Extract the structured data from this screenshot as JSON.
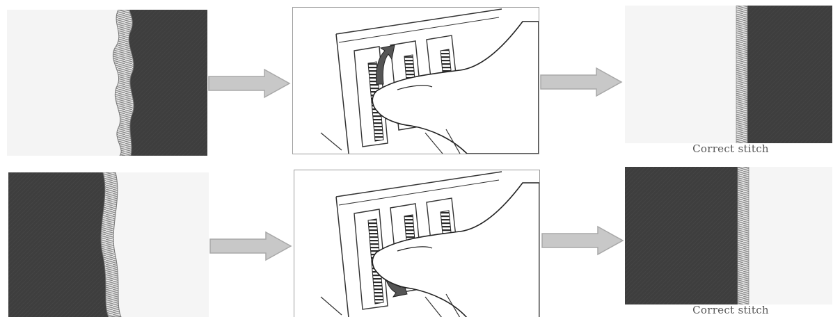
{
  "rows": [
    {
      "id": "tension-too-loose",
      "dial_direction": "up",
      "result_caption": "Correct stitch"
    },
    {
      "id": "tension-too-tight",
      "dial_direction": "down",
      "result_caption": "Correct stitch"
    }
  ],
  "colors": {
    "fabric_light": "#f2f2f2",
    "fabric_dark": "#3d3d3d",
    "arrow_fill": "#c8c8c8",
    "arrow_stroke": "#a8a8a8",
    "panel_border": "#9a9a9a"
  }
}
